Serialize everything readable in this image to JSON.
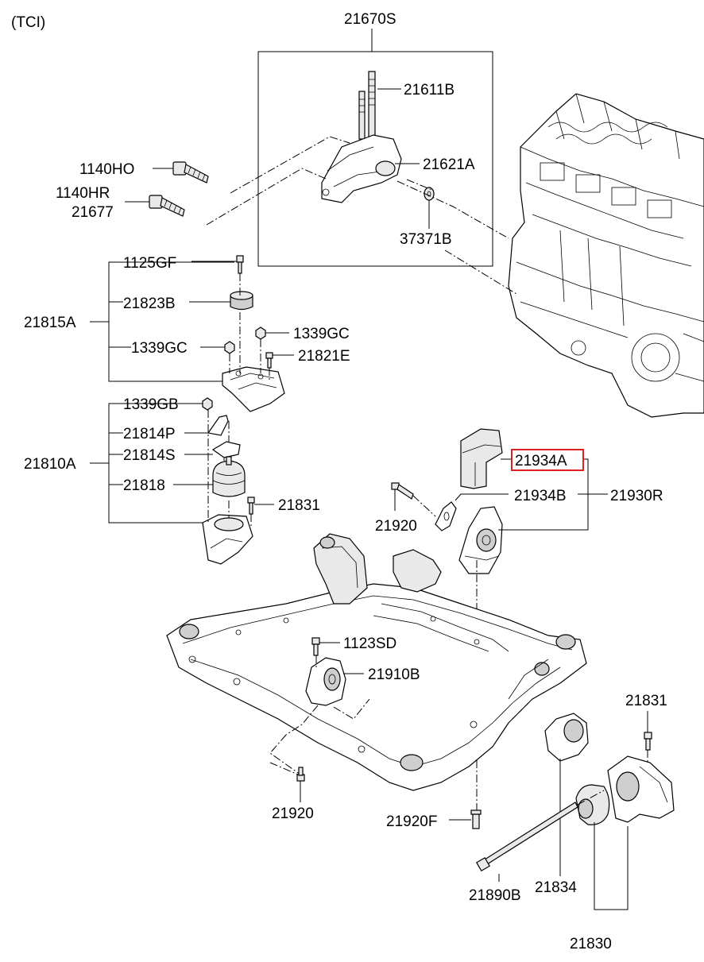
{
  "variant": "(TCI)",
  "labels": {
    "p21670S": "21670S",
    "p21611B": "21611B",
    "p21621A": "21621A",
    "p1140HO": "1140HO",
    "p1140HR": "1140HR",
    "p21677": "21677",
    "p37371B": "37371B",
    "p1125GF": "1125GF",
    "p21823B": "21823B",
    "p21815A": "21815A",
    "p1339GC_r": "1339GC",
    "p1339GC_l": "1339GC",
    "p21821E": "21821E",
    "p1339GB": "1339GB",
    "p21814P": "21814P",
    "p21814S": "21814S",
    "p21810A": "21810A",
    "p21818": "21818",
    "p21831_a": "21831",
    "p21934A": "21934A",
    "p21934B": "21934B",
    "p21930R": "21930R",
    "p21920_a": "21920",
    "p1123SD": "1123SD",
    "p21910B": "21910B",
    "p21920_b": "21920",
    "p21920F": "21920F",
    "p21831_b": "21831",
    "p21890B": "21890B",
    "p21834": "21834",
    "p21830": "21830"
  },
  "colors": {
    "highlight": "#e02020",
    "line": "#000000",
    "part_fill": "#e9e9e9"
  }
}
